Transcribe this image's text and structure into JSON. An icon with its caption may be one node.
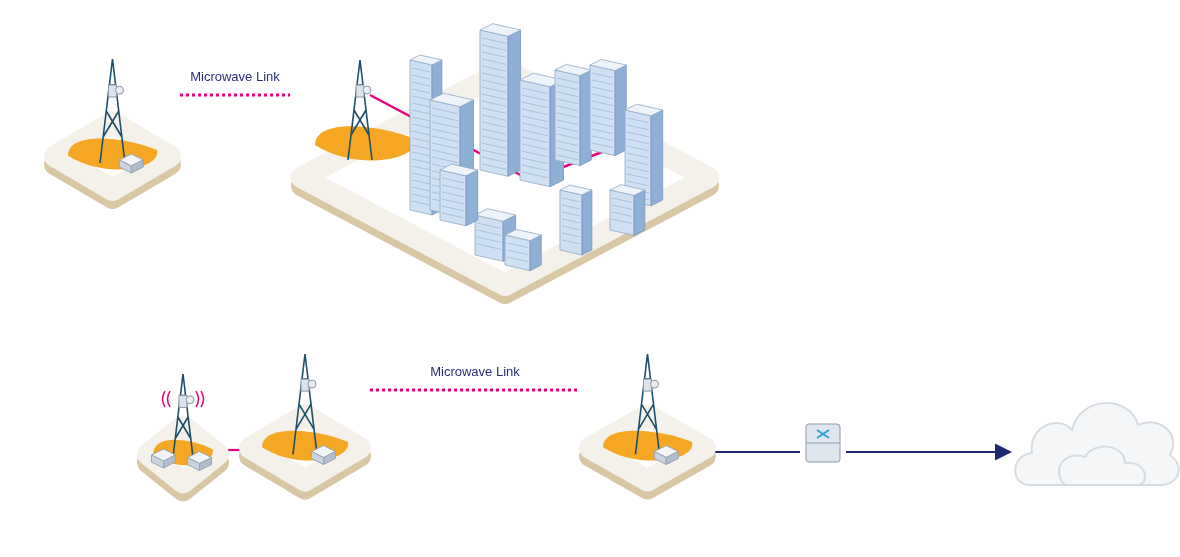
{
  "diagram": {
    "nodes": [
      {
        "text": [],
        "shape": "picture"
      },
      {
        "text": [],
        "shape": "picture"
      },
      {
        "text": [],
        "shape": "picture"
      },
      {
        "text": [],
        "shape": "picture"
      },
      {
        "text": [],
        "shape": "picture"
      },
      {
        "text": [],
        "shape": "picture"
      },
      {
        "text": [],
        "shape": "cloud"
      }
    ],
    "edges": [
      {
        "from": 0,
        "to": 1,
        "arrow": "none",
        "label": "Microwave Link",
        "style": "dashed"
      },
      {
        "from": 2,
        "to": 3,
        "arrow": "none"
      },
      {
        "from": 3,
        "to": 4,
        "arrow": "none",
        "label": "Microwave Link",
        "style": "dashed"
      },
      {
        "from": 4,
        "to": 5,
        "arrow": "none",
        "color": "#1f2a6e"
      },
      {
        "from": 5,
        "to": 6,
        "arrow": "to",
        "color": "#1f2a6e"
      }
    ]
  }
}
